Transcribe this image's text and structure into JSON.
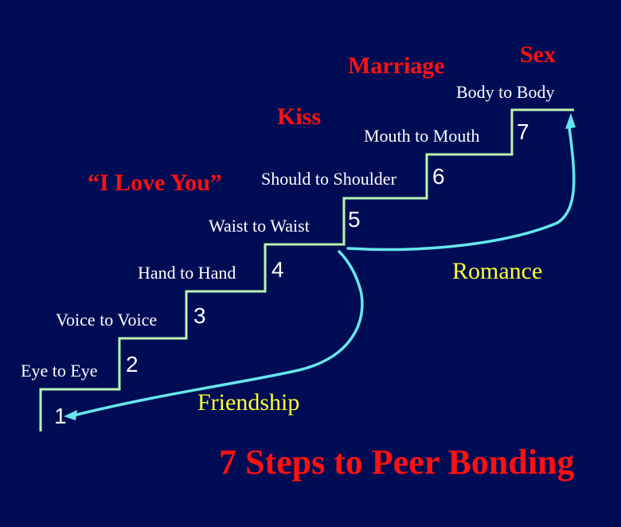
{
  "title": "7 Steps to Peer Bonding",
  "colors": {
    "background": "#000d55",
    "stairs": "#b8f5b0",
    "arrow": "#66e6ee",
    "milestone": "#ff1111",
    "phase": "#ffff33",
    "label": "#ffffff"
  },
  "steps": [
    {
      "number": "1",
      "label": "Eye to Eye"
    },
    {
      "number": "2",
      "label": "Voice to Voice"
    },
    {
      "number": "3",
      "label": "Hand to Hand"
    },
    {
      "number": "4",
      "label": "Waist to Waist"
    },
    {
      "number": "5",
      "label": "Should to Shoulder"
    },
    {
      "number": "6",
      "label": "Mouth to Mouth"
    },
    {
      "number": "7",
      "label": "Body to Body"
    }
  ],
  "milestones": [
    {
      "label": "“I Love You”"
    },
    {
      "label": "Kiss"
    },
    {
      "label": "Marriage"
    },
    {
      "label": "Sex"
    }
  ],
  "phases": [
    {
      "label": "Friendship"
    },
    {
      "label": "Romance"
    }
  ]
}
